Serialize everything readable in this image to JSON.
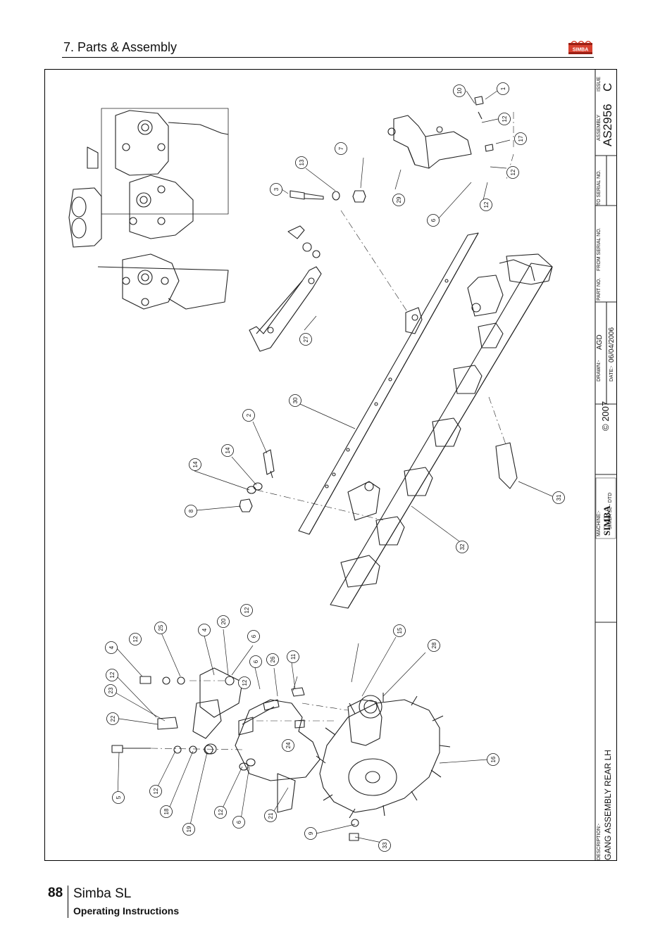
{
  "header": {
    "section_title": "7. Parts & Assembly",
    "logo_text": "SIMBA"
  },
  "title_block": {
    "description_label": "DESCRIPTION:-",
    "description": "GANG ASSEMBLY REAR LH",
    "machine_label": "MACHINE:-",
    "machine": "SIMBA SL - DTD",
    "logo_text": "SIMBA",
    "copyright": "© 2007",
    "drawn_label": "DRAWN:-",
    "drawn_by": "AGD",
    "date_label": "DATE:-",
    "date": "06/04/2006",
    "part_no_label": "PART NO.",
    "from_serial_label": "FROM SERIAL NO.",
    "to_serial_label": "TO SERIAL NO.",
    "assembly_label": "ASSEMBLY",
    "assembly": "AS2956",
    "issue_label": "ISSUE",
    "issue": "C"
  },
  "callouts": [
    {
      "id": "c10",
      "label": "10"
    },
    {
      "id": "c1",
      "label": "1"
    },
    {
      "id": "c12a",
      "label": "12"
    },
    {
      "id": "c7",
      "label": "7"
    },
    {
      "id": "c13",
      "label": "13"
    },
    {
      "id": "c3",
      "label": "3"
    },
    {
      "id": "c17",
      "label": "17"
    },
    {
      "id": "c12b",
      "label": "12"
    },
    {
      "id": "c29",
      "label": "29"
    },
    {
      "id": "c12c",
      "label": "12"
    },
    {
      "id": "c6a",
      "label": "6"
    },
    {
      "id": "c27",
      "label": "27"
    },
    {
      "id": "c30",
      "label": "30"
    },
    {
      "id": "c2",
      "label": "2"
    },
    {
      "id": "c14a",
      "label": "14"
    },
    {
      "id": "c14b",
      "label": "14"
    },
    {
      "id": "c8",
      "label": "8"
    },
    {
      "id": "c31",
      "label": "31"
    },
    {
      "id": "c32",
      "label": "32"
    },
    {
      "id": "c12d",
      "label": "12"
    },
    {
      "id": "c25",
      "label": "25"
    },
    {
      "id": "c4a",
      "label": "4"
    },
    {
      "id": "c20",
      "label": "20"
    },
    {
      "id": "c12e",
      "label": "12"
    },
    {
      "id": "c4b",
      "label": "4"
    },
    {
      "id": "c6b",
      "label": "6"
    },
    {
      "id": "c11",
      "label": "11"
    },
    {
      "id": "c15",
      "label": "15"
    },
    {
      "id": "c28",
      "label": "28"
    },
    {
      "id": "c12f",
      "label": "12"
    },
    {
      "id": "c23",
      "label": "23"
    },
    {
      "id": "c6c",
      "label": "6"
    },
    {
      "id": "c26",
      "label": "26"
    },
    {
      "id": "c12g",
      "label": "12"
    },
    {
      "id": "c22",
      "label": "22"
    },
    {
      "id": "c24",
      "label": "24"
    },
    {
      "id": "c16",
      "label": "16"
    },
    {
      "id": "c5",
      "label": "5"
    },
    {
      "id": "c12h",
      "label": "12"
    },
    {
      "id": "c18",
      "label": "18"
    },
    {
      "id": "c19",
      "label": "19"
    },
    {
      "id": "c12i",
      "label": "12"
    },
    {
      "id": "c6d",
      "label": "6"
    },
    {
      "id": "c21",
      "label": "21"
    },
    {
      "id": "c9",
      "label": "9"
    },
    {
      "id": "c33",
      "label": "33"
    }
  ],
  "footer": {
    "page_number": "88",
    "product_name": "Simba SL",
    "doc_type": "Operating Instructions"
  }
}
